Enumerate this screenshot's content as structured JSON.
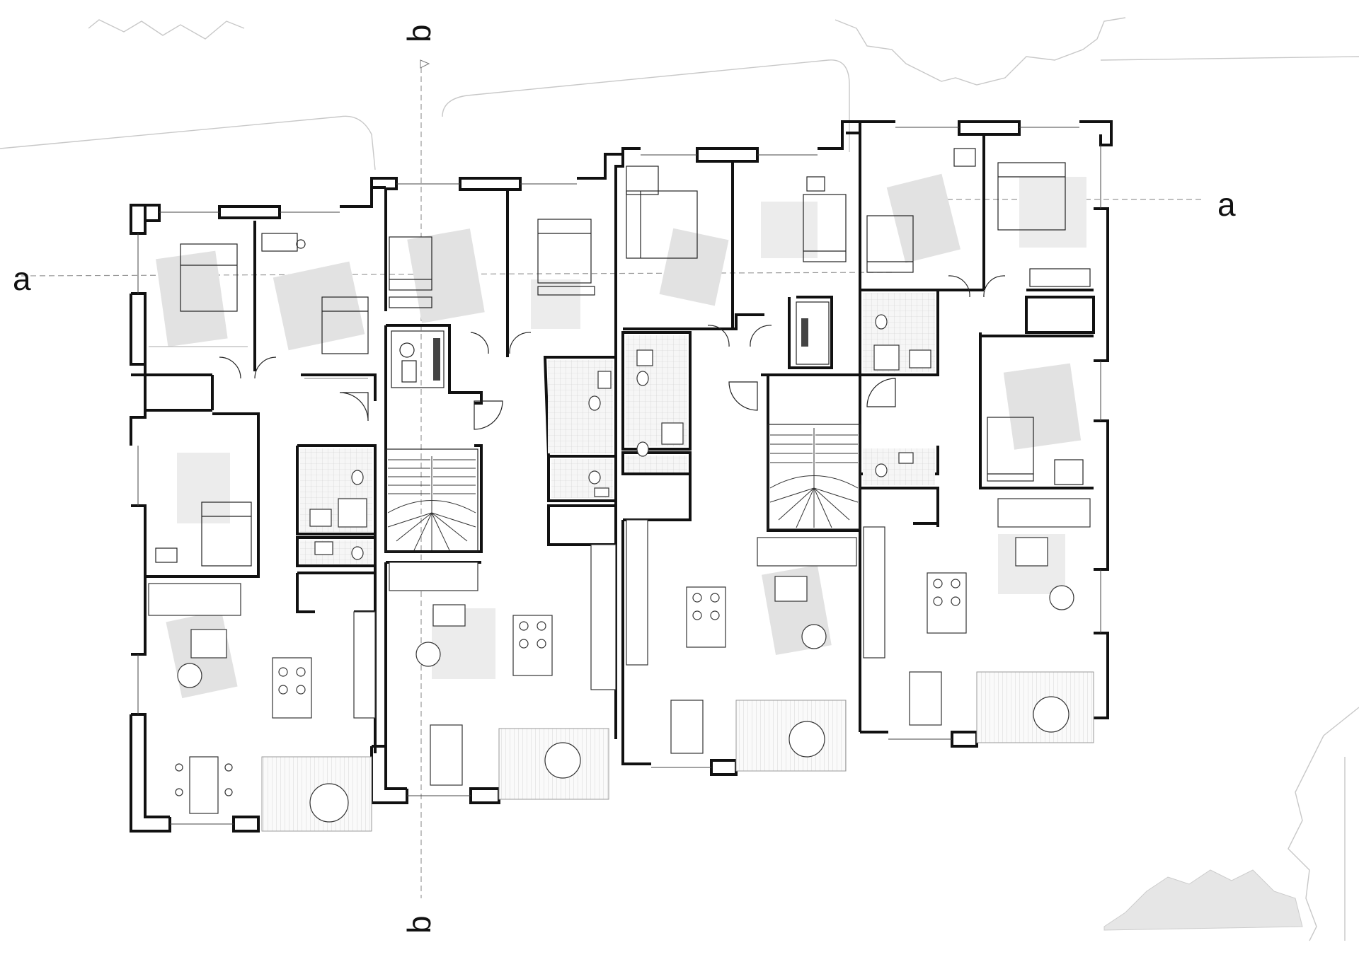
{
  "section_marks": {
    "a_left": "a",
    "a_right": "a",
    "b_top": "b",
    "b_bottom": "b"
  },
  "colors": {
    "wall": "#111111",
    "context": "#c8c8c8",
    "rug": "#e2e2e2",
    "section_line": "#999999"
  }
}
